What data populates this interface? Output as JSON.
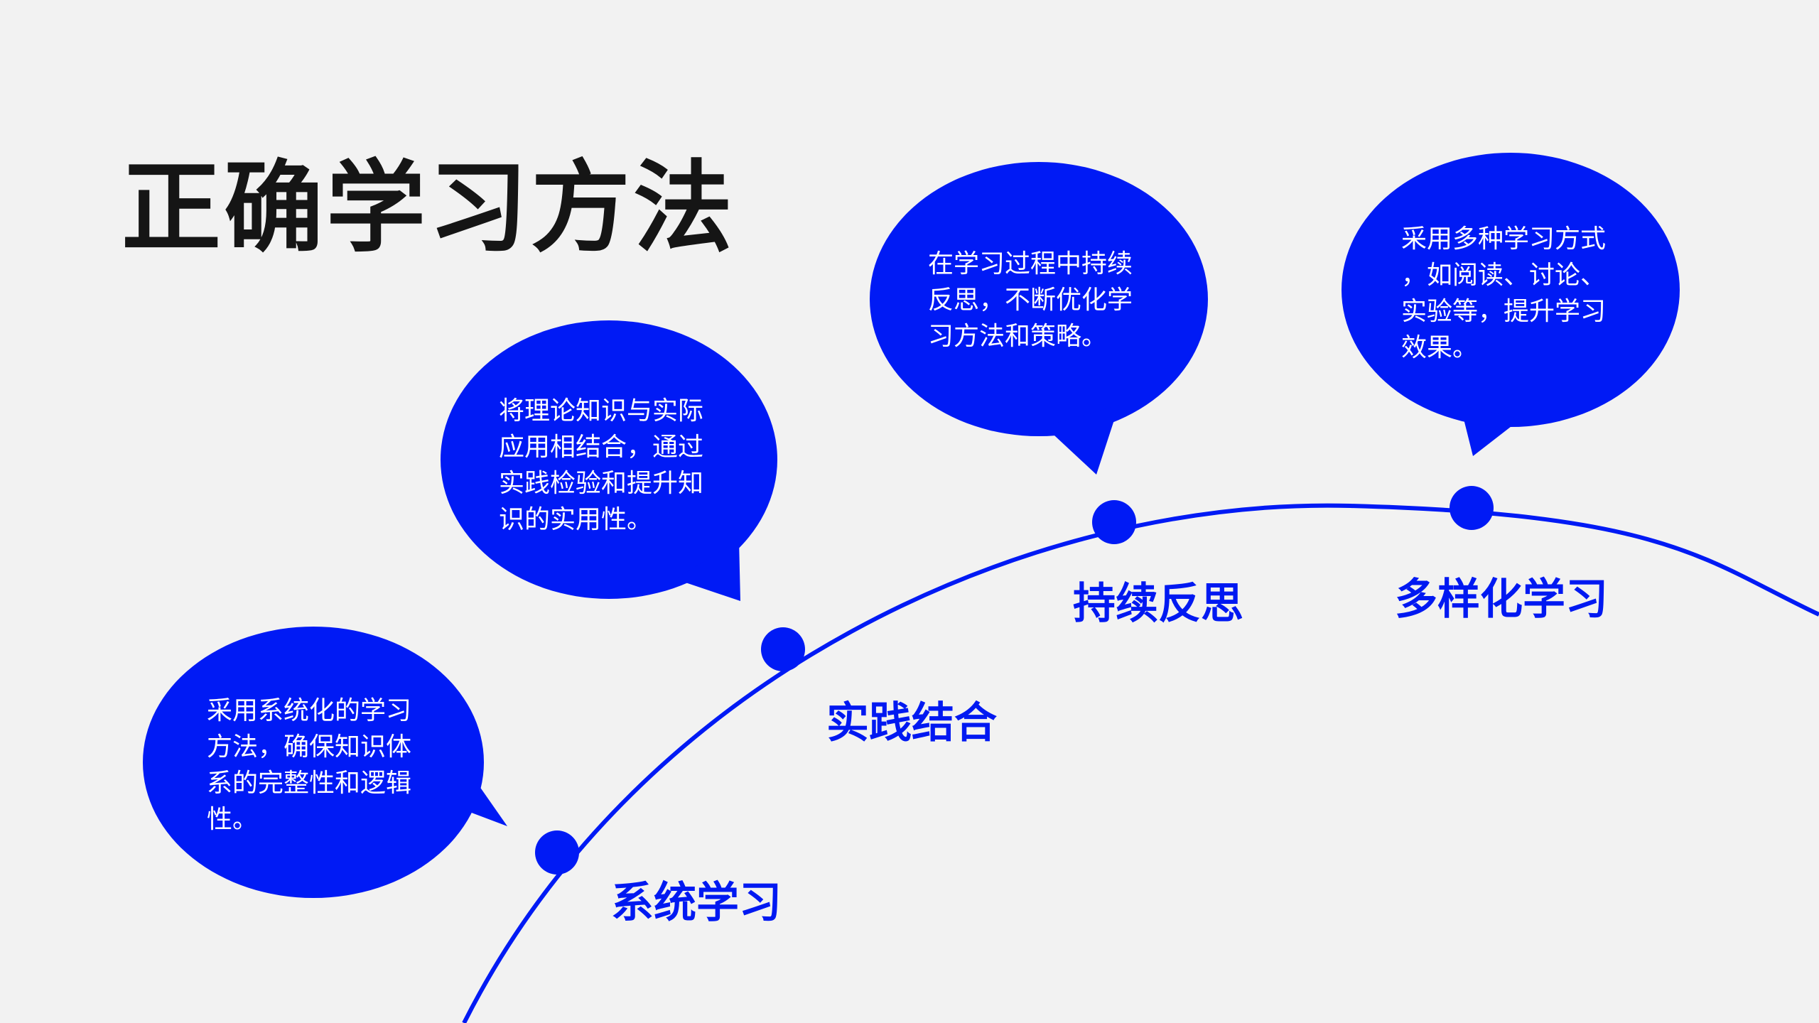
{
  "title": "正确学习方法",
  "accent_color": "#001af5",
  "steps": [
    {
      "label": "系统学习",
      "lines": [
        "采用系统化的学习",
        "方法，确保知识体",
        "系的完整性和逻辑",
        "性。"
      ]
    },
    {
      "label": "实践结合",
      "lines": [
        "将理论知识与实际",
        "应用相结合，通过",
        "实践检验和提升知",
        "识的实用性。"
      ]
    },
    {
      "label": "持续反思",
      "lines": [
        "在学习过程中持续",
        "反思，不断优化学",
        "习方法和策略。"
      ]
    },
    {
      "label": "多样化学习",
      "lines": [
        "采用多种学习方式",
        "，如阅读、讨论、",
        "实验等，提升学习",
        "效果。"
      ]
    }
  ]
}
